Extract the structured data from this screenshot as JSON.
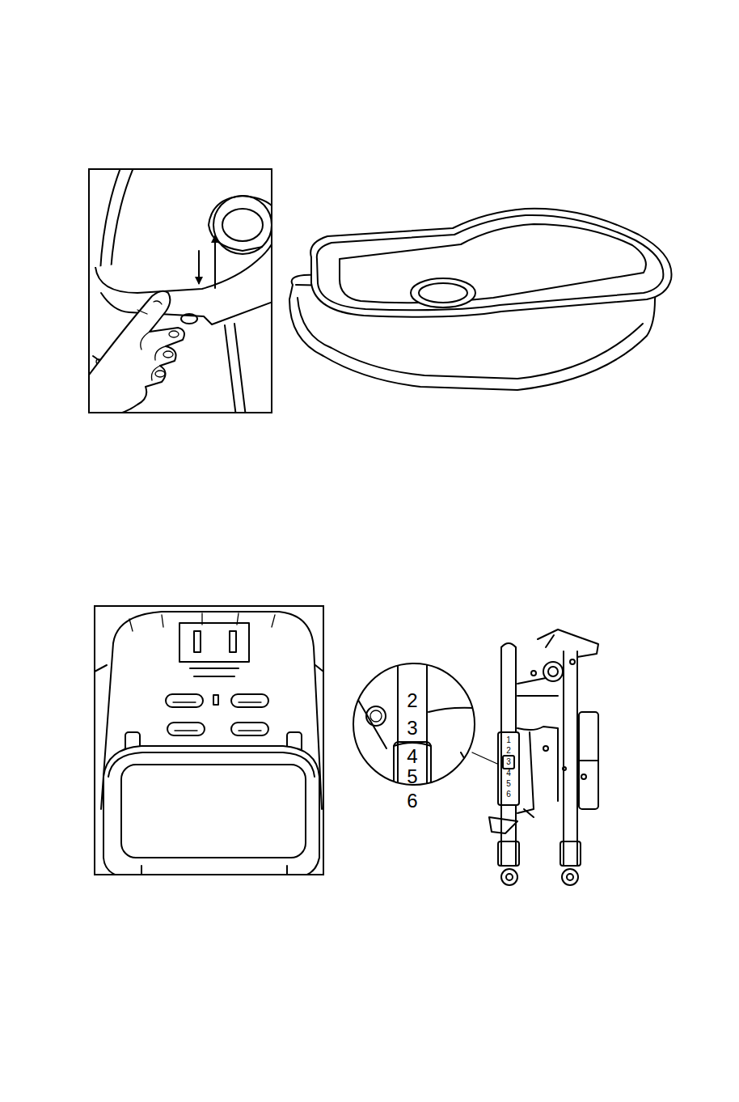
{
  "diagram": {
    "labels": [
      "2",
      "3",
      "4",
      "5",
      "6",
      "1",
      "2",
      "3",
      "4",
      "5",
      "6"
    ]
  }
}
